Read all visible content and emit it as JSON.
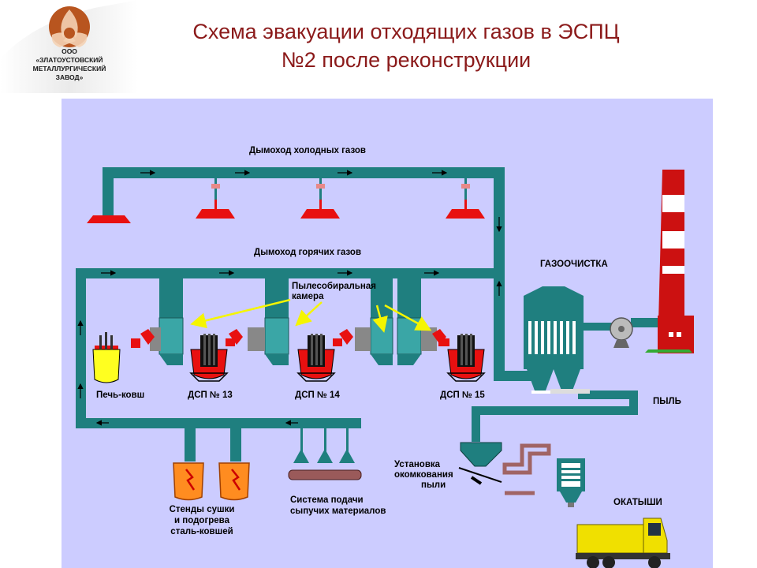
{
  "logo": {
    "org_line1": "ООО",
    "org_line2": "«ЗЛАТОУСТОВСКИЙ",
    "org_line3": "МЕТАЛЛУРГИЧЕСКИЙ",
    "org_line4": "ЗАВОД»"
  },
  "title": {
    "line1": "Схема эвакуации отходящих газов в ЭСПЦ",
    "line2": "№2 после реконструкции"
  },
  "labels": {
    "cold_duct": "Дымоход холодных газов",
    "hot_duct": "Дымоход горячих газов",
    "dust_chamber_1": "Пылесобиральная",
    "dust_chamber_2": "камера",
    "gas_cleaning": "ГАЗООЧИСТКА",
    "dust": "ПЫЛЬ",
    "ladle_furnace": "Печь-ковш",
    "eaf13": "ДСП № 13",
    "eaf14": "ДСП № 14",
    "eaf15": "ДСП № 15",
    "pelletizer_1": "Установка",
    "pelletizer_2": "окомкования",
    "pelletizer_3": "пыли",
    "pellets": "ОКАТЫШИ",
    "stands_1": "Стенды сушки",
    "stands_2": "и подогрева",
    "stands_3": "сталь-ковшей",
    "bulk_1": "Система подачи",
    "bulk_2": "сыпучих материалов"
  },
  "colors": {
    "title": "#8b1a1a",
    "background": "#ccccff",
    "duct": "#1f7f7f",
    "hood": "#e81010",
    "chamber": "#3aa6a6",
    "arrow_yellow": "#f5f500",
    "chimney_red": "#cc1111",
    "truck_yellow": "#f0e000"
  },
  "icons": {
    "logo": "triquetra-logo-icon",
    "fan": "fan-icon",
    "chimney": "chimney-icon",
    "truck": "dump-truck-icon"
  }
}
